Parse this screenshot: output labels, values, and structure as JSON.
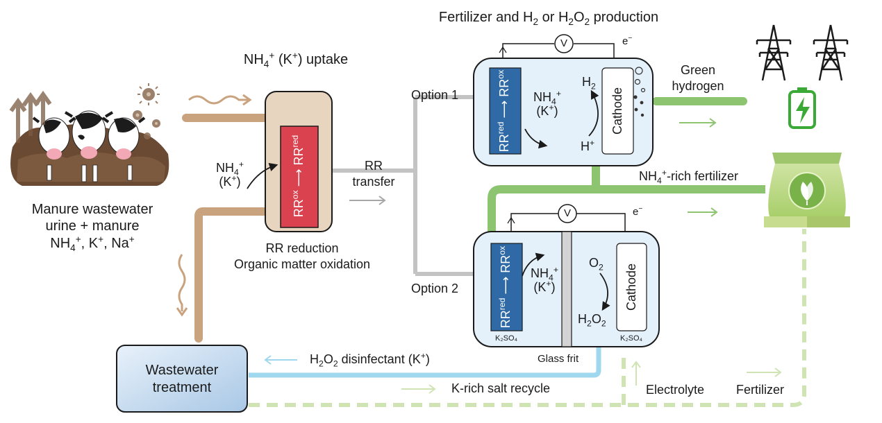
{
  "labels": {
    "production_title": {
      "pre": "Fertilizer and H",
      "s1": "2",
      "mid": " or H",
      "s2": "2",
      "mid2": "O",
      "s3": "2",
      "post": " production"
    },
    "uptake": {
      "pre": "NH",
      "sub": "4",
      "sup": "+",
      "post": " (K",
      "sup2": "+",
      "post2": ") uptake"
    },
    "manure_line1": "Manure wastewater",
    "manure_line2": "urine + manure",
    "manure_line3": {
      "a": "NH",
      "s": "4",
      "p": "+",
      "b": ", K",
      "p2": "+",
      "c": ", Na",
      "p3": "+"
    },
    "rr_reduction_line1": "RR reduction",
    "rr_reduction_line2": "Organic matter oxidation",
    "rr_transfer_line1": "RR",
    "rr_transfer_line2": "transfer",
    "option1": "Option 1",
    "option2": "Option 2",
    "green_line1": "Green",
    "green_line2": "hydrogen",
    "nh4_rich": {
      "a": "NH",
      "s": "4",
      "p": "+",
      "b": "-rich fertilizer"
    },
    "wastewater_line1": "Wastewater",
    "wastewater_line2": "treatment",
    "h2o2_disinfectant": {
      "a": "H",
      "s": "2",
      "b": "O",
      "s2": "2",
      "c": " disinfectant (K",
      "p": "+",
      "d": ")"
    },
    "k_rich": "K-rich salt recycle",
    "electrolyte": "Electrolyte",
    "fertilizer": "Fertilizer",
    "glass_frit": "Glass frit",
    "k2so4": "K₂SO₄",
    "voltmeter": "V",
    "electron": {
      "a": "e",
      "p": "−"
    },
    "cathode": "Cathode",
    "h2": {
      "a": "H",
      "s": "2"
    },
    "hplus": {
      "a": "H",
      "p": "+"
    },
    "o2": {
      "a": "O",
      "s": "2"
    },
    "h2o2_cell": {
      "a": "H",
      "s": "2",
      "b": "O",
      "s2": "2"
    },
    "nh4_k_a": {
      "a": "NH",
      "s": "4",
      "p": "+",
      "l2a": "(K",
      "l2p": "+",
      "l2b": ")"
    },
    "rr_red_to_ox": {
      "a": "RR",
      "sa": "red",
      "arrow": " ⟶ ",
      "b": "RR",
      "sb": "ox"
    },
    "rr_ox_to_red": {
      "a": "RR",
      "sa": "ox",
      "arrow": " ⟶ ",
      "b": "RR",
      "sb": "red"
    }
  },
  "icons": [
    "cow-icon",
    "fume-arrows-icon",
    "bacteria-icon",
    "power-tower-icon",
    "battery-bolt-icon",
    "fertilizer-bag-icon",
    "leaf-icon"
  ],
  "colors": {
    "brown": "#c9a27e",
    "tan_fill": "#e8d5bf",
    "red_electrode": "#d9424e",
    "blue_electrode": "#2f6aa6",
    "cell_fill": "#e4f1fb",
    "green": "#8cc46f",
    "light_green_dash": "#cfe3b3",
    "cyan": "#9fd8ee",
    "grey_line": "#c3c3c3",
    "battery_green": "#3aa935",
    "wastewater_fill": "#c7dcef"
  }
}
